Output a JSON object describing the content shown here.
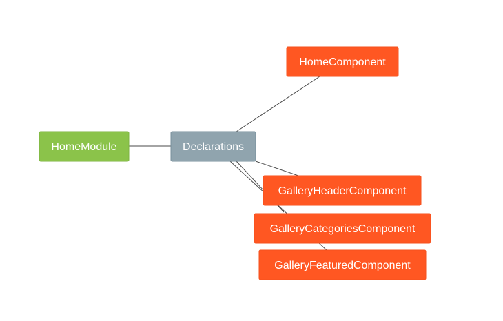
{
  "colors": {
    "module": "#8bc34a",
    "declarations": "#90a4ae",
    "component": "#ff5722",
    "edge": "#4a4a4a",
    "text": "#ffffff"
  },
  "nodes": {
    "home_module": {
      "label": "HomeModule",
      "kind": "module"
    },
    "declarations": {
      "label": "Declarations",
      "kind": "declarations"
    },
    "home_component": {
      "label": "HomeComponent",
      "kind": "component"
    },
    "gallery_header_component": {
      "label": "GalleryHeaderComponent",
      "kind": "component"
    },
    "gallery_categories_component": {
      "label": "GalleryCategoriesComponent",
      "kind": "component"
    },
    "gallery_featured_component": {
      "label": "GalleryFeaturedComponent",
      "kind": "component"
    }
  },
  "edges": [
    {
      "from": "home_module",
      "to": "declarations"
    },
    {
      "from": "declarations",
      "to": "home_component"
    },
    {
      "from": "declarations",
      "to": "gallery_header_component"
    },
    {
      "from": "declarations",
      "to": "gallery_categories_component"
    },
    {
      "from": "declarations",
      "to": "gallery_featured_component"
    }
  ]
}
